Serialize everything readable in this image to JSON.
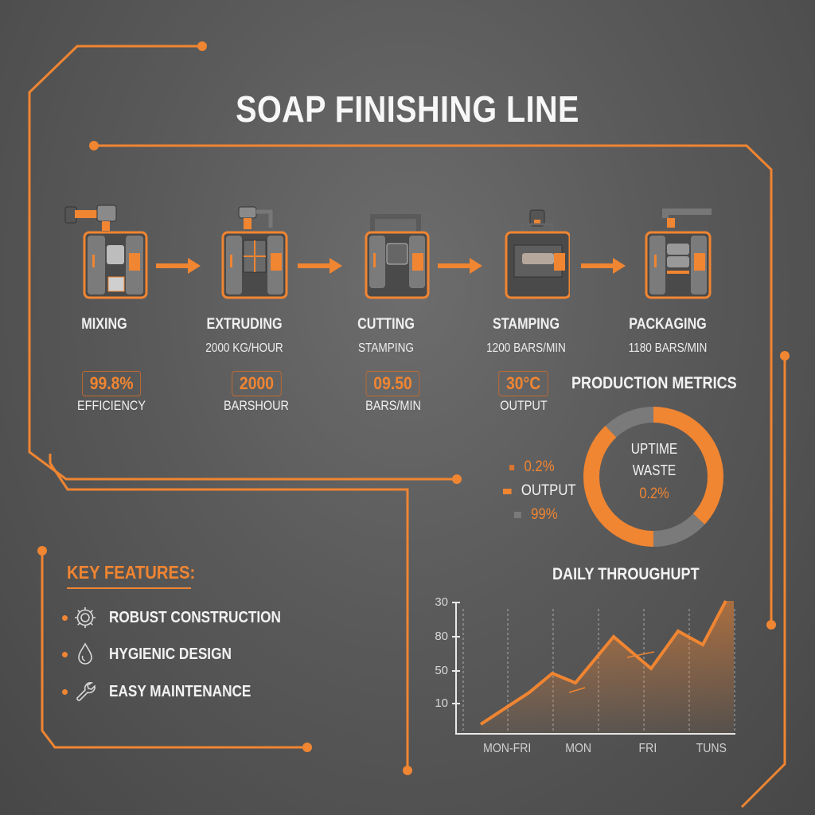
{
  "title": "SOAP FINISHING LINE",
  "colors": {
    "accent": "#f08532",
    "background": "#5a5a5a",
    "text": "#f2f2f2",
    "donut_gray": "#7a7a7a"
  },
  "stages": [
    {
      "name": "MIXING",
      "sub": ""
    },
    {
      "name": "EXTRUDING",
      "sub": "2000 KG/HOUR"
    },
    {
      "name": "CUTTING",
      "sub": "STAMPING"
    },
    {
      "name": "STAMPING",
      "sub": "1200 BARS/MIN"
    },
    {
      "name": "PACKAGING",
      "sub": "1180 BARS/MIN"
    }
  ],
  "metrics": [
    {
      "value": "99.8%",
      "label": "EFFICIENCY"
    },
    {
      "value": "2000",
      "label": "BARSHOUR"
    },
    {
      "value": "09.50",
      "label": "BARS/MIN"
    },
    {
      "value": "30°C",
      "label": "OUTPUT"
    }
  ],
  "production_metrics": {
    "title": "PRODUCTION METRICS",
    "legend": [
      {
        "label": "0.2%",
        "color": "#f08532",
        "label_color": "#f08532"
      },
      {
        "label": "OUTPUT",
        "color": "#f08532",
        "label_color": "#f2f2f2"
      },
      {
        "label": "99%",
        "color": "#7a7a7a",
        "label_color": "#f08532"
      }
    ],
    "center_line1": "UPTIME",
    "center_line2": "WASTE",
    "center_value": "0.2%"
  },
  "key_features": {
    "title": "KEY FEATURES:",
    "items": [
      {
        "icon": "gear-icon",
        "label": "ROBUST CONSTRUCTION"
      },
      {
        "icon": "droplet-icon",
        "label": "HYGIENIC DESIGN"
      },
      {
        "icon": "wrench-icon",
        "label": "EASY MAINTENANCE"
      }
    ]
  },
  "chart_data": [
    {
      "type": "pie",
      "title": "PRODUCTION METRICS",
      "categories": [
        "Orange (right)",
        "Gray (bottom-right)",
        "Orange (left)",
        "Gray (top-left)"
      ],
      "values": [
        37,
        13,
        38,
        12
      ],
      "legend": [
        "0.2%",
        "OUTPUT",
        "99%"
      ],
      "center_text": [
        "UPTIME",
        "WASTE",
        "0.2%"
      ]
    },
    {
      "type": "line",
      "title": "DAILY THROUGHUPT",
      "xlabel": "",
      "ylabel": "",
      "x_tick_labels": [
        "MON-FRI",
        "MON",
        "FRI",
        "TUNS"
      ],
      "y_tick_labels": [
        "30",
        "80",
        "50",
        "10"
      ],
      "ylim": [
        0,
        40
      ],
      "grid": "vertical dashed",
      "series": [
        {
          "name": "throughput",
          "values": [
            3,
            12,
            18,
            15,
            29,
            19,
            30,
            26,
            40
          ]
        }
      ]
    }
  ]
}
